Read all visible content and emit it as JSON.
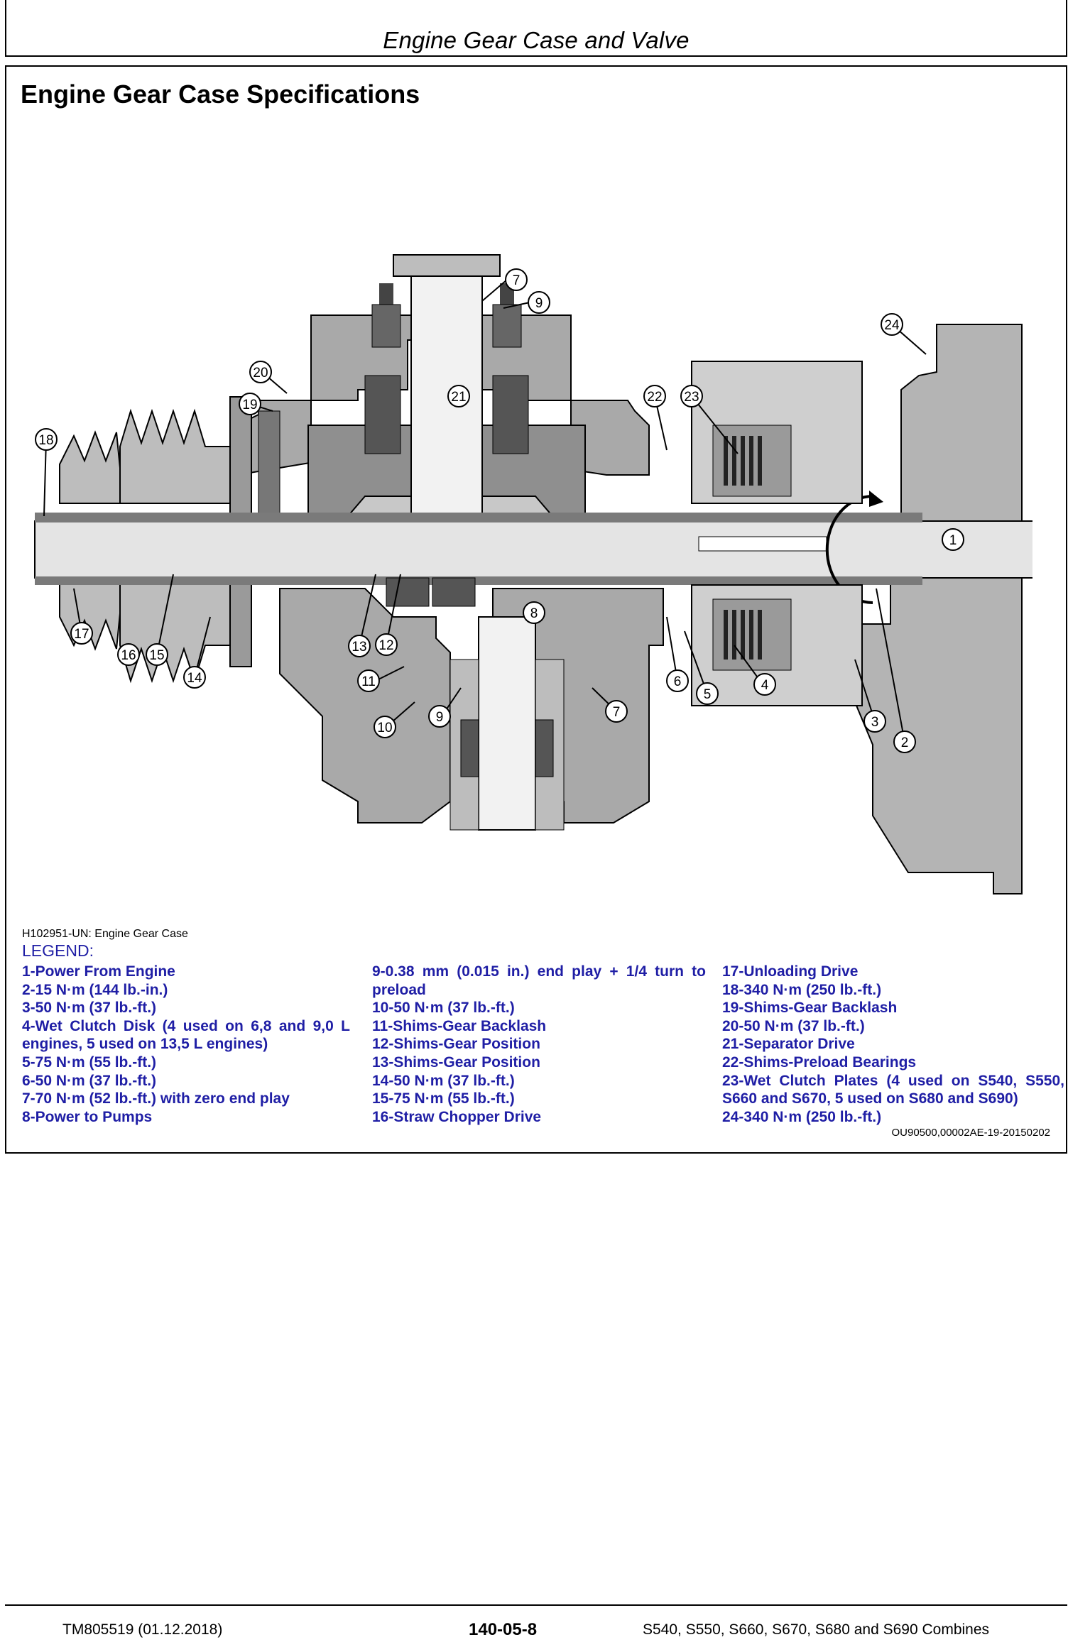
{
  "header": {
    "title": "Engine Gear Case and Valve"
  },
  "section": {
    "title": "Engine Gear Case Specifications"
  },
  "figure": {
    "callouts": [
      "1",
      "2",
      "3",
      "4",
      "5",
      "6",
      "7",
      "7",
      "8",
      "9",
      "9",
      "10",
      "11",
      "12",
      "13",
      "14",
      "15",
      "16",
      "17",
      "18",
      "19",
      "20",
      "21",
      "22",
      "23",
      "24"
    ],
    "caption": "H102951-UN: Engine Gear Case"
  },
  "legend": {
    "heading": "LEGEND:",
    "columns": [
      [
        "1-Power From Engine",
        "2-15 N·m (144 lb.-in.)",
        "3-50 N·m (37 lb.-ft.)",
        "4-Wet Clutch Disk (4 used on 6,8 and 9,0 L engines, 5 used on 13,5 L engines)",
        "5-75 N·m (55 lb.-ft.)",
        "6-50 N·m (37 lb.-ft.)",
        "7-70 N·m (52 lb.-ft.) with zero end play",
        "8-Power to Pumps"
      ],
      [
        "9-0.38 mm (0.015 in.) end play + 1/4 turn to preload",
        "10-50 N·m (37 lb.-ft.)",
        "11-Shims-Gear Backlash",
        "12-Shims-Gear Position",
        "13-Shims-Gear Position",
        "14-50 N·m (37 lb.-ft.)",
        "15-75 N·m (55 lb.-ft.)",
        "16-Straw Chopper Drive"
      ],
      [
        "17-Unloading Drive",
        "18-340 N·m (250 lb.-ft.)",
        "19-Shims-Gear Backlash",
        "20-50 N·m (37 lb.-ft.)",
        "21-Separator Drive",
        "22-Shims-Preload Bearings",
        "23-Wet Clutch Plates (4 used on S540, S550, S660 and S670, 5 used on S680 and S690)",
        "24-340 N·m (250 lb.-ft.)"
      ]
    ],
    "ref_code": "OU90500,00002AE-19-20150202"
  },
  "footer": {
    "doc_id": "TM805519 (01.12.2018)",
    "page": "140-05-8",
    "models": "S540, S550, S660, S670, S680 and S690 Combines"
  }
}
